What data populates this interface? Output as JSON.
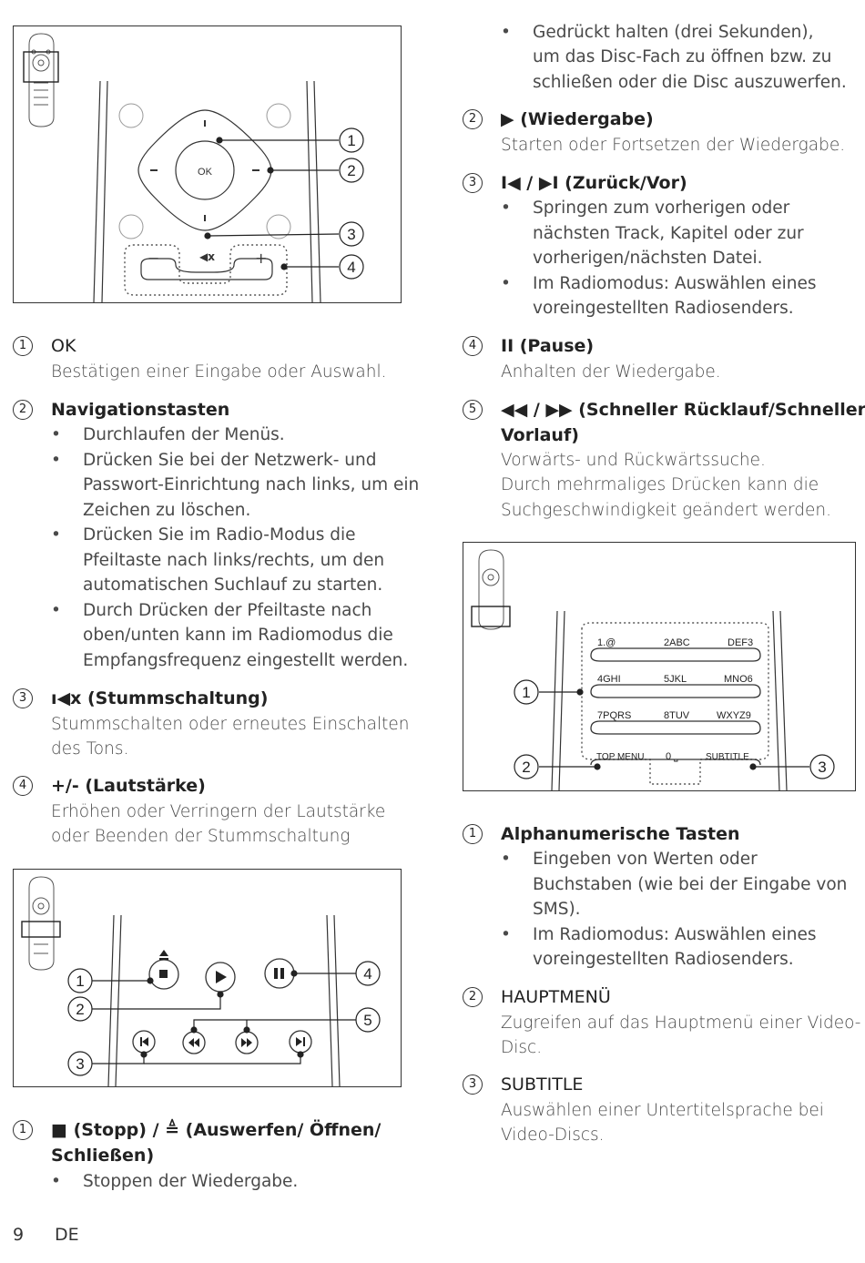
{
  "left": {
    "fig1": {
      "ok_label": "OK",
      "minus": "−",
      "plus": "+",
      "callouts": [
        "1",
        "2",
        "3",
        "4"
      ]
    },
    "items": [
      {
        "num": "1",
        "title": "OK",
        "lines": [
          "Bestätigen einer Eingabe oder Auswahl."
        ]
      },
      {
        "num": "2",
        "title": "Navigationstasten",
        "bullets": [
          [
            "Durchlaufen der Menüs."
          ],
          [
            "Drücken Sie bei der Netzwerk- und",
            "Passwort-Einrichtung nach links, um ein",
            "Zeichen zu löschen."
          ],
          [
            "Drücken Sie im Radio-Modus die",
            "Pfeiltaste nach links/rechts, um den",
            "automatischen Suchlauf zu starten."
          ],
          [
            "Durch Drücken der Pfeiltaste nach",
            "oben/unten kann im Radiomodus die",
            "Empfangsfrequenz eingestellt werden."
          ]
        ]
      },
      {
        "num": "3",
        "title": "ι​k͓ (Stummschaltung)",
        "title_plain": "(Stummschaltung)",
        "lines": [
          "Stummschalten oder erneutes Einschalten",
          "des Tons."
        ]
      },
      {
        "num": "4",
        "title": "+/- (Lautstärke)",
        "lines": [
          "Erhöhen oder Verringern der Lautstärke",
          "oder Beenden der Stummschaltung"
        ]
      }
    ],
    "fig2": {
      "callouts": [
        "1",
        "2",
        "3",
        "4",
        "5"
      ]
    },
    "item5": {
      "num": "1",
      "title_lines": [
        "■ (Stopp) / ≜ (Auswerfen/ Öffnen/",
        "Schließen)"
      ],
      "bullets": [
        [
          "Stoppen der Wiedergabe."
        ]
      ]
    }
  },
  "right": {
    "top_bullet": [
      "Gedrückt halten (drei Sekunden),",
      "um das Disc-Fach zu öffnen bzw. zu",
      "schließen oder die Disc auszuwerfen."
    ],
    "items": [
      {
        "num": "2",
        "title": "▶ (Wiedergabe)",
        "lines": [
          "Starten oder Fortsetzen der Wiedergabe."
        ]
      },
      {
        "num": "3",
        "title": "I◀ / ▶I (Zurück/Vor)",
        "bullets": [
          [
            "Springen zum vorherigen oder",
            "nächsten Track, Kapitel oder zur",
            "vorherigen/nächsten Datei."
          ],
          [
            "Im Radiomodus: Auswählen eines",
            "voreingestellten Radiosenders."
          ]
        ]
      },
      {
        "num": "4",
        "title": "II (Pause)",
        "lines": [
          "Anhalten der Wiedergabe."
        ]
      },
      {
        "num": "5",
        "title_lines": [
          "◀◀ / ▶▶ (Schneller Rücklauf/Schneller",
          "Vorlauf)"
        ],
        "lines": [
          "Vorwärts- und Rückwärtssuche.",
          "Durch mehrmaliges Drücken kann die",
          "Suchgeschwindigkeit geändert werden."
        ]
      }
    ],
    "fig3": {
      "keys": [
        [
          "1.@",
          "2ABC",
          "DEF3"
        ],
        [
          "4GHI",
          "5JKL",
          "MNO6"
        ],
        [
          "7PQRS",
          "8TUV",
          "WXYZ9"
        ]
      ],
      "top_menu": "TOP MENU",
      "zero": "0 ⎵",
      "subtitle": "SUBTITLE",
      "callouts": [
        "1",
        "2",
        "3"
      ]
    },
    "items2": [
      {
        "num": "1",
        "title": "Alphanumerische Tasten",
        "bullets": [
          [
            "Eingeben von Werten oder",
            "Buchstaben (wie bei der Eingabe von",
            "SMS)."
          ],
          [
            "Im Radiomodus: Auswählen eines",
            "voreingestellten Radiosenders."
          ]
        ]
      },
      {
        "num": "2",
        "title": "HAUPTMENÜ",
        "lines": [
          "Zugreifen auf das Hauptmenü einer Video-",
          "Disc."
        ]
      },
      {
        "num": "3",
        "title": "SUBTITLE",
        "lines": [
          "Auswählen einer Untertitelsprache bei",
          "Video-Discs."
        ]
      }
    ]
  },
  "footer": {
    "page": "9",
    "lang": "DE"
  }
}
